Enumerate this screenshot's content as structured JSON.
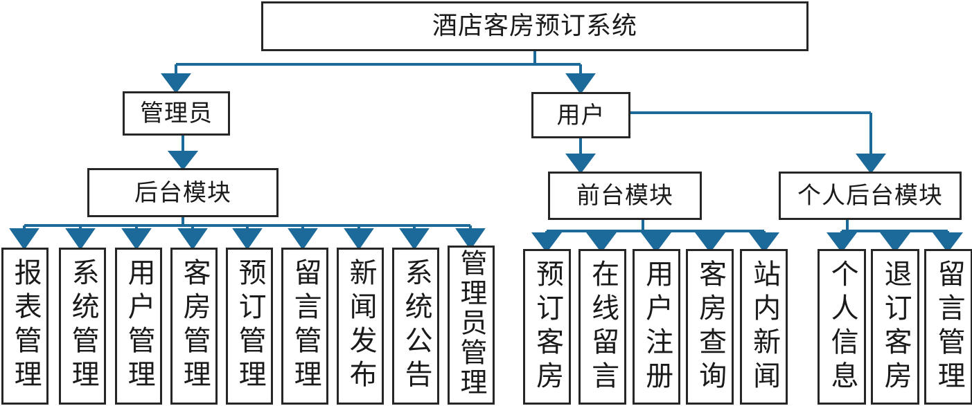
{
  "diagram": {
    "type": "hierarchy-tree",
    "title": "酒店客房预订系统",
    "accent_color": "#1C6A99",
    "box_border_color": "#262626",
    "background_color": "#FFFFFF",
    "text_color": "#1A1A1A",
    "root": {
      "label": "酒店客房预订系统"
    },
    "level2": [
      {
        "label": "管理员"
      },
      {
        "label": "用户"
      }
    ],
    "level3": [
      {
        "label": "后台模块"
      },
      {
        "label": "前台模块"
      },
      {
        "label": "个人后台模块"
      }
    ],
    "admin_modules": [
      {
        "label": "报表管理"
      },
      {
        "label": "系统管理"
      },
      {
        "label": "用户管理"
      },
      {
        "label": "客房管理"
      },
      {
        "label": "预订管理"
      },
      {
        "label": "留言管理"
      },
      {
        "label": "新闻发布"
      },
      {
        "label": "系统公告"
      },
      {
        "label": "管理员管理"
      }
    ],
    "front_modules": [
      {
        "label": "预订客房"
      },
      {
        "label": "在线留言"
      },
      {
        "label": "用户注册"
      },
      {
        "label": "客房查询"
      },
      {
        "label": "站内新闻"
      }
    ],
    "personal_modules": [
      {
        "label": "个人信息"
      },
      {
        "label": "退订客房"
      },
      {
        "label": "留言管理"
      }
    ]
  }
}
